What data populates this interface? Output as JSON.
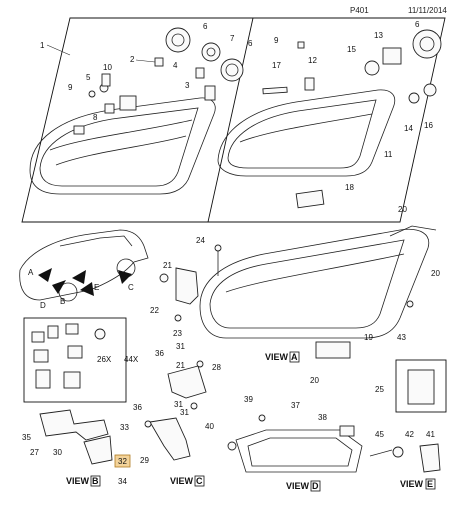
{
  "header": {
    "page_code": "P401",
    "date": "11/11/2014"
  },
  "callouts": {
    "c1": "1",
    "c2": "2",
    "c3": "3",
    "c4": "4",
    "c5": "5",
    "c6a": "6",
    "c6b": "6",
    "c7": "7",
    "c8": "8",
    "c9a": "9",
    "c9b": "9",
    "c10": "10",
    "c11": "11",
    "c12": "12",
    "c13": "13",
    "c14": "14",
    "c15": "15",
    "c16": "16",
    "c17": "17",
    "c18": "18",
    "c19": "19",
    "c20a": "20",
    "c20b": "20",
    "c20c": "20",
    "c21a": "21",
    "c21b": "21",
    "c22": "22",
    "c23": "23",
    "c24": "24",
    "c25": "25",
    "c27": "27",
    "c28": "28",
    "c29": "29",
    "c30": "30",
    "c31a": "31",
    "c31b": "31",
    "c32": "32",
    "c33": "33",
    "c34": "34",
    "c35": "35",
    "c36a": "36",
    "c36b": "36",
    "c37": "37",
    "c38": "38",
    "c39": "39",
    "c40": "40",
    "c41": "41",
    "c42": "42",
    "c43": "43",
    "c45": "45"
  },
  "car_view_markers": {
    "a": "A",
    "b": "B",
    "c": "C",
    "d": "D",
    "e": "E"
  },
  "inset": {
    "qty_26": "26X",
    "qty_44": "44X"
  },
  "views": {
    "a_prefix": "VIEW",
    "a_letter": "A",
    "b_prefix": "VIEW",
    "b_letter": "B",
    "c_prefix": "VIEW",
    "c_letter": "C",
    "d_prefix": "VIEW",
    "d_letter": "D",
    "e_prefix": "VIEW",
    "e_letter": "E"
  },
  "colors": {
    "highlight": "#f3d39a"
  }
}
